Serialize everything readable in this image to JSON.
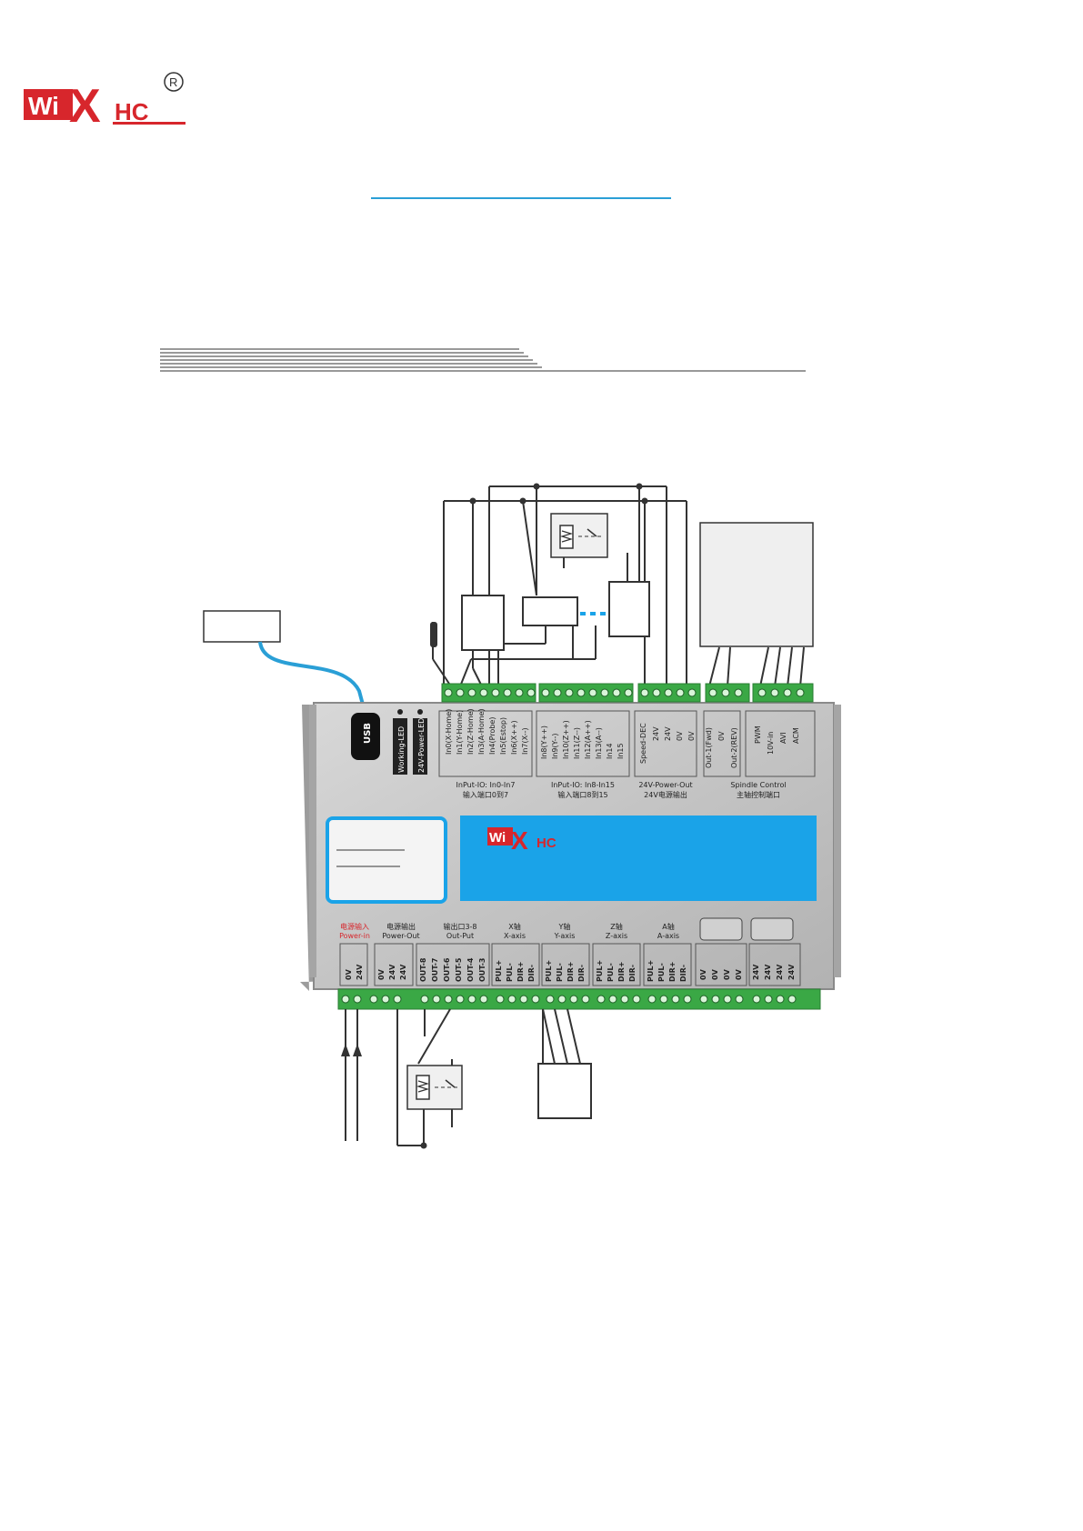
{
  "brand": {
    "logo_text_left": "Wi",
    "logo_text_x": "X",
    "logo_text_hc": "HC",
    "registered": "R"
  },
  "board": {
    "usb_label": "USB",
    "leds": [
      "Working-LED",
      "24V-Power-LED"
    ],
    "input_io_0_7": [
      "In0(X-Home)",
      "In1(Y-Home)",
      "In2(Z-Home)",
      "In3(A-Home)",
      "In4(Probe)",
      "In5(Estop)",
      "In6(X++)",
      "In7(X--)"
    ],
    "input_io_8_15": [
      "In8(Y++)",
      "In9(Y--)",
      "In10(Z++)",
      "In11(Z--)",
      "In12(A++)",
      "In13(A--)",
      "In14",
      "In15"
    ],
    "speed_group": [
      "Speed-DEC",
      "24V",
      "24V",
      "0V",
      "0V"
    ],
    "spindle_out": [
      "Out-1(Fwd)",
      "0V",
      "Out-2(REV)"
    ],
    "spindle_analog": [
      "PWM",
      "10V-in",
      "AVI",
      "ACM"
    ],
    "top_captions": {
      "in0_7_en": "InPut-IO: In0-In7",
      "in0_7_cn": "输入端口0到7",
      "in8_15_en": "InPut-IO: In8-In15",
      "in8_15_cn": "输入端口8到15",
      "power_out_en": "24V-Power-Out",
      "power_out_cn": "24V电源输出",
      "spindle_en": "Spindle Control",
      "spindle_cn": "主轴控制端口"
    },
    "bottom_captions": {
      "power_in_cn": "电源输入",
      "power_in_en": "Power-in",
      "power_out_cn": "电源输出",
      "power_out_en": "Power-Out",
      "out_cn": "输出口3-8",
      "out_en": "Out-Put",
      "x_cn": "X轴",
      "x_en": "X-axis",
      "y_cn": "Y轴",
      "y_en": "Y-axis",
      "z_cn": "Z轴",
      "z_en": "Z-axis",
      "a_cn": "A轴",
      "a_en": "A-axis"
    },
    "power_in_pins": [
      "0V",
      "24V"
    ],
    "power_out_pins": [
      "0V",
      "24V",
      "24V"
    ],
    "output_pins": [
      "OUT-8",
      "OUT-7",
      "OUT-6",
      "OUT-5",
      "OUT-4",
      "OUT-3"
    ],
    "axis_pins": [
      "PUL+",
      "PUL-",
      "DIR+",
      "DIR-"
    ],
    "gnd_pins": [
      "0V",
      "0V",
      "0V",
      "0V"
    ],
    "v24_pins": [
      "24V",
      "24V",
      "24V",
      "24V"
    ]
  },
  "colors": {
    "accent_blue": "#2a9fd6",
    "panel_blue": "#1aa3e8",
    "terminal_green": "#3aa845",
    "brand_red": "#d7262c"
  }
}
